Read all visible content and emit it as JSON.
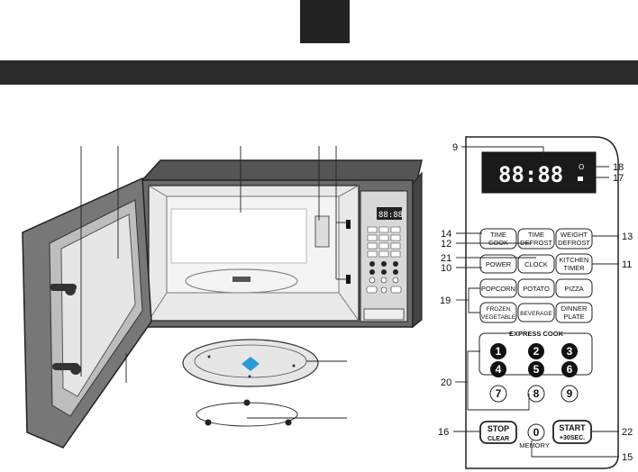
{
  "panel": {
    "display_text": "88:88",
    "express_cook_label": "EXPRESS COOK",
    "buttons": {
      "time_cook": [
        "TIME",
        "COOK"
      ],
      "time_defrost": [
        "TIME",
        "DEFROST"
      ],
      "weight_defrost": [
        "WEIGHT",
        "DEFROST"
      ],
      "power": "POWER",
      "clock": "CLOCK",
      "kitchen_timer": [
        "KITCHEN",
        "TIMER"
      ],
      "popcorn": "POPCORN",
      "potato": "POTATO",
      "pizza": "PIZZA",
      "frozen_vegetable": [
        "FROZEN",
        "VEGETABLE"
      ],
      "beverage": "BEVERAGE",
      "dinner_plate": [
        "DINNER",
        "PLATE"
      ],
      "stop_clear": [
        "STOP",
        "CLEAR"
      ],
      "start": [
        "START",
        "+30SEC."
      ],
      "digits": [
        "1",
        "2",
        "3",
        "4",
        "5",
        "6",
        "7",
        "8",
        "9",
        "0"
      ],
      "memory": "MEMORY"
    }
  },
  "callouts": {
    "n9": "9",
    "n18": "18",
    "n17": "17",
    "n14": "14",
    "n12": "12",
    "n13": "13",
    "n21": "21",
    "n10": "10",
    "n11": "11",
    "n19": "19",
    "n20": "20",
    "n16": "16",
    "n22": "22",
    "n15": "15"
  },
  "colors": {
    "header_bar": "#2a2a2a",
    "display_bg": "#1a1a1a",
    "turntable_marker": "#2b9bd8"
  }
}
